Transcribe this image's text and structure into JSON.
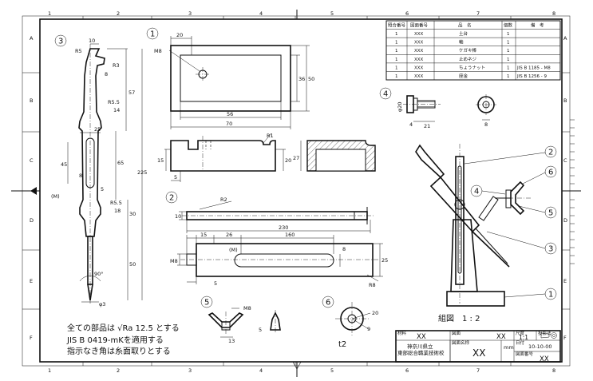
{
  "border": {
    "top_columns": [
      "1",
      "2",
      "3",
      "4",
      "5",
      "6",
      "7",
      "8"
    ],
    "side_rows": [
      "A",
      "B",
      "C",
      "D",
      "E",
      "F"
    ]
  },
  "parts_list": {
    "headers": [
      "照合番号",
      "図面番号",
      "品　名",
      "個数",
      "備　考"
    ],
    "rows": [
      [
        "1",
        "XXX",
        "土台",
        "1",
        ""
      ],
      [
        "1",
        "XXX",
        "軸",
        "1",
        ""
      ],
      [
        "1",
        "XXX",
        "ケガキ棒",
        "1",
        ""
      ],
      [
        "1",
        "XXX",
        "止めネジ",
        "1",
        ""
      ],
      [
        "1",
        "XXX",
        "ちょうナット",
        "1",
        "JIS B 1185 - M8"
      ],
      [
        "1",
        "XXX",
        "座金",
        "1",
        "JIS B 1256 - 9"
      ]
    ]
  },
  "part_numbers": [
    "1",
    "2",
    "3",
    "4",
    "5",
    "6"
  ],
  "dimensions": {
    "p1": [
      "20",
      "M8",
      "36",
      "50",
      "56",
      "70",
      "R1",
      "15",
      "5",
      "20",
      "27"
    ],
    "p2": [
      "R2",
      "10",
      "230",
      "15",
      "26",
      "160",
      "M8",
      "(M)",
      "8",
      "25",
      "5",
      "R8"
    ],
    "p3": [
      "10",
      "R5",
      "R3",
      "8",
      "57",
      "R5.5",
      "14",
      "25",
      "45",
      "65",
      "8",
      "(M)",
      "5",
      "R5.5",
      "18",
      "30",
      "225",
      "50",
      "90°",
      "φ3"
    ],
    "p4": [
      "φ20",
      "21",
      "4",
      "8"
    ],
    "p5": [
      "M8",
      "5",
      "13"
    ],
    "p6": [
      "20",
      "9",
      "t2"
    ]
  },
  "assembly": {
    "label": "組図　1 : 2",
    "balloons": [
      "2",
      "6",
      "4",
      "5",
      "3",
      "1"
    ]
  },
  "notes": [
    "全ての部品は √Ra 12.5 とする",
    "JIS B 0419-mKを適用する",
    "指示なき角は糸面取りとする"
  ],
  "title_block": {
    "kind_label": "材料",
    "kind_value": "XX",
    "draw_label": "図面",
    "draw_value": "XX",
    "scale_label": "尺度",
    "scale_value": "1:1",
    "method_label": "投影法",
    "school_line1": "神奈川県立",
    "school_line2": "東部総合職業技術校",
    "name_label": "図面名称",
    "name_value": "XX",
    "unit_value": "mm",
    "date_label": "日付",
    "date_value": "10-10-00",
    "number_label": "図面番号",
    "number_value": "XX"
  }
}
